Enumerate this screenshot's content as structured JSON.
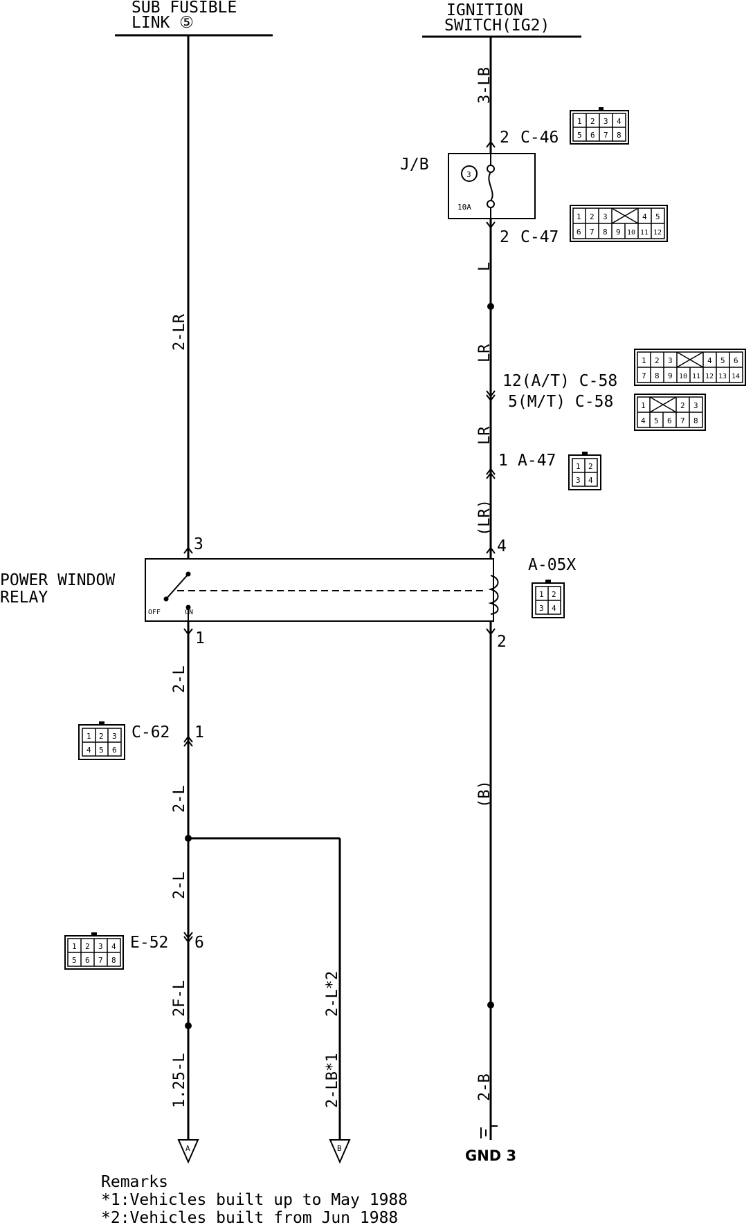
{
  "headers": {
    "sub_fusible_1": "SUB FUSIBLE",
    "sub_fusible_2": "LINK ⑤",
    "ignition_1": "IGNITION",
    "ignition_2": "SWITCH(IG2)"
  },
  "wires": {
    "w_3lb": "3-LB",
    "w_l": "L",
    "w_lr1": "LR",
    "w_lr2": "LR",
    "w_lr3": "(LR)",
    "w_2lr": "2-LR",
    "w_2l_a": "2-L",
    "w_2l_b": "2-L",
    "w_2l_c": "2-L",
    "w_2fl": "2F-L",
    "w_125l": "1.25-L",
    "w_2lb1": "2-LB*1",
    "w_2l2": "2-L*2",
    "w_b": "(B)",
    "w_2b": "2-B"
  },
  "connectors": {
    "c46": "C-46",
    "c46_pin": "2",
    "c47": "C-47",
    "c47_pin": "2",
    "c58_at": "12(A/T) C-58",
    "c58_mt": "5(M/T) C-58",
    "a47": "A-47",
    "a47_pin": "1",
    "a05x": "A-05X",
    "c62": "C-62",
    "c62_pin": "1",
    "e52": "E-52",
    "e52_pin": "6"
  },
  "relay": {
    "label_1": "POWER WINDOW",
    "label_2": "RELAY",
    "pin3": "3",
    "pin4": "4",
    "pin1": "1",
    "pin2": "2",
    "off": "OFF",
    "on": "ON"
  },
  "jb": {
    "label": "J/B",
    "fuse_no": "3",
    "fuse_amp": "10A"
  },
  "ground": "GND 3",
  "refs": {
    "a": "A",
    "b": "B"
  },
  "remarks": {
    "title": "Remarks",
    "r1": "*1:Vehicles built up to May 1988",
    "r2": "*2:Vehicles built from Jun 1988"
  },
  "connector_pins": {
    "c46_top": [
      "1",
      "2",
      "3",
      "4"
    ],
    "c46_bot": [
      "5",
      "6",
      "7",
      "8"
    ],
    "c47_top_l": [
      "1",
      "2",
      "3"
    ],
    "c47_top_r": [
      "4",
      "5"
    ],
    "c47_bot": [
      "6",
      "7",
      "8",
      "9",
      "10",
      "11",
      "12"
    ],
    "c58a_top_l": [
      "1",
      "2",
      "3"
    ],
    "c58a_top_r": [
      "4",
      "5",
      "6"
    ],
    "c58a_bot": [
      "7",
      "8",
      "9",
      "10",
      "11",
      "12",
      "13",
      "14"
    ],
    "c58m_top_l": [
      "1"
    ],
    "c58m_top_r": [
      "2",
      "3"
    ],
    "c58m_bot": [
      "4",
      "5",
      "6",
      "7",
      "8"
    ],
    "a47_top": [
      "1",
      "2"
    ],
    "a47_bot": [
      "3",
      "4"
    ],
    "a05_top": [
      "1",
      "2"
    ],
    "a05_bot": [
      "3",
      "4"
    ],
    "c62_top": [
      "1",
      "2",
      "3"
    ],
    "c62_bot": [
      "4",
      "5",
      "6"
    ],
    "e52_top": [
      "1",
      "2",
      "3",
      "4"
    ],
    "e52_bot": [
      "5",
      "6",
      "7",
      "8"
    ]
  }
}
